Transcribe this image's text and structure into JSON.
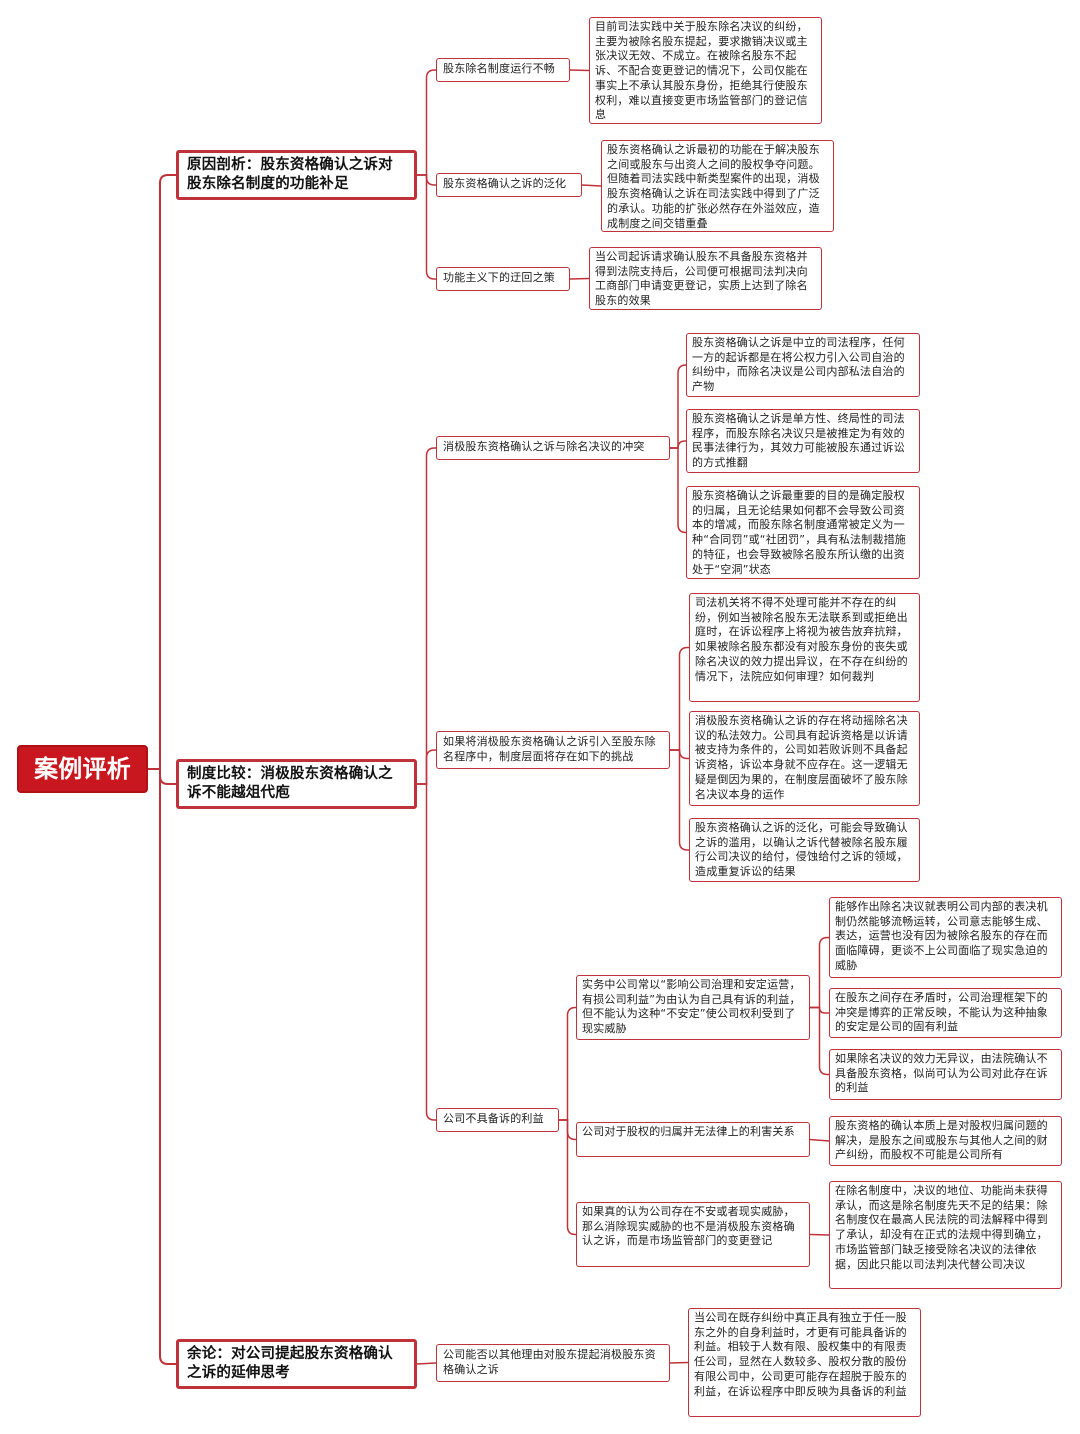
{
  "colors": {
    "accent": "#c8171e",
    "line": "#c0323a"
  },
  "root": {
    "label": "案例评析"
  },
  "branches": [
    {
      "label": "原因剖析：股东资格确认之诉对股东除名制度的功能补足",
      "children": [
        {
          "label": "股东除名制度运行不畅",
          "leaves": [
            "目前司法实践中关于股东除名决议的纠纷，主要为被除名股东提起，要求撤销决议或主张决议无效、不成立。在被除名股东不起诉、不配合变更登记的情况下，公司仅能在事实上不承认其股东身份，拒绝其行使股东权利，难以直接变更市场监管部门的登记信息"
          ]
        },
        {
          "label": "股东资格确认之诉的泛化",
          "leaves": [
            "股东资格确认之诉最初的功能在于解决股东之间或股东与出资人之间的股权争夺问题。但随着司法实践中新类型案件的出现，消极股东资格确认之诉在司法实践中得到了广泛的承认。功能的扩张必然存在外溢效应，造成制度之间交错重叠"
          ]
        },
        {
          "label": "功能主义下的迂回之策",
          "leaves": [
            "当公司起诉请求确认股东不具备股东资格并得到法院支持后，公司便可根据司法判决向工商部门申请变更登记，实质上达到了除名股东的效果"
          ]
        }
      ]
    },
    {
      "label": "制度比较：消极股东资格确认之诉不能越俎代庖",
      "children": [
        {
          "label": "消极股东资格确认之诉与除名决议的冲突",
          "leaves": [
            "股东资格确认之诉是中立的司法程序，任何一方的起诉都是在将公权力引入公司自治的纠纷中，而除名决议是公司内部私法自治的产物",
            "股东资格确认之诉是单方性、终局性的司法程序，而股东除名决议只是被推定为有效的民事法律行为，其效力可能被股东通过诉讼的方式推翻",
            "股东资格确认之诉最重要的目的是确定股权的归属，且无论结果如何都不会导致公司资本的增减，而股东除名制度通常被定义为一种“合同罚”或“社团罚”，具有私法制裁措施的特征，也会导致被除名股东所认缴的出资处于“空洞”状态"
          ]
        },
        {
          "label": "如果将消极股东资格确认之诉引入至股东除名程序中，制度层面将存在如下的挑战",
          "leaves": [
            "司法机关将不得不处理可能并不存在的纠纷，例如当被除名股东无法联系到或拒绝出庭时，在诉讼程序上将视为被告放弃抗辩，如果被除名股东都没有对股东身份的丧失或除名决议的效力提出异议，在不存在纠纷的情况下，法院应如何审理？如何裁判",
            "消极股东资格确认之诉的存在将动摇除名决议的私法效力。公司具有起诉资格是以诉请被支持为条件的，公司如若败诉则不具备起诉资格，诉讼本身就不应存在。这一逻辑无疑是倒因为果的，在制度层面破坏了股东除名决议本身的运作",
            "股东资格确认之诉的泛化，可能会导致确认之诉的滥用，以确认之诉代替被除名股东履行公司决议的给付，侵蚀给付之诉的领域，造成重复诉讼的结果"
          ]
        },
        {
          "label": "公司不具备诉的利益",
          "sub": [
            {
              "label": "实务中公司常以“影响公司治理和安定运营，有损公司利益”为由认为自己具有诉的利益，但不能认为这种“不安定”使公司权利受到了现实威胁",
              "leaves": [
                "能够作出除名决议就表明公司内部的表决机制仍然能够流畅运转，公司意志能够生成、表达，运营也没有因为被除名股东的存在而面临障碍，更谈不上公司面临了现实急迫的威胁",
                "在股东之间存在矛盾时，公司治理框架下的冲突是博弈的正常反映，不能认为这种抽象的安定是公司的固有利益",
                "如果除名决议的效力无异议，由法院确认不具备股东资格，似尚可认为公司对此存在诉的利益"
              ]
            },
            {
              "label": "公司对于股权的归属并无法律上的利害关系",
              "leaves": [
                "股东资格的确认本质上是对股权归属问题的解决，是股东之间或股东与其他人之间的财产纠纷，而股权不可能是公司所有"
              ]
            },
            {
              "label": "如果真的认为公司存在不安或者现实威胁，那么消除现实威胁的也不是消极股东资格确认之诉，而是市场监管部门的变更登记",
              "leaves": [
                "在除名制度中，决议的地位、功能尚未获得承认，而这是除名制度先天不足的结果：除名制度仅在最高人民法院的司法解释中得到了承认，却没有在正式的法规中得到确立，市场监管部门缺乏接受除名决议的法律依据，因此只能以司法判决代替公司决议"
              ]
            }
          ]
        }
      ]
    },
    {
      "label": "余论：对公司提起股东资格确认之诉的延伸思考",
      "children": [
        {
          "label": "公司能否以其他理由对股东提起消极股东资格确认之诉",
          "leaves": [
            "当公司在既存纠纷中真正具有独立于任一股东之外的自身利益时，才更有可能具备诉的利益。相较于人数有限、股权集中的有限责任公司，显然在人数较多、股权分散的股份有限公司中，公司更可能存在超脱于股东的利益，在诉讼程序中即反映为具备诉的利益"
          ]
        }
      ]
    }
  ]
}
